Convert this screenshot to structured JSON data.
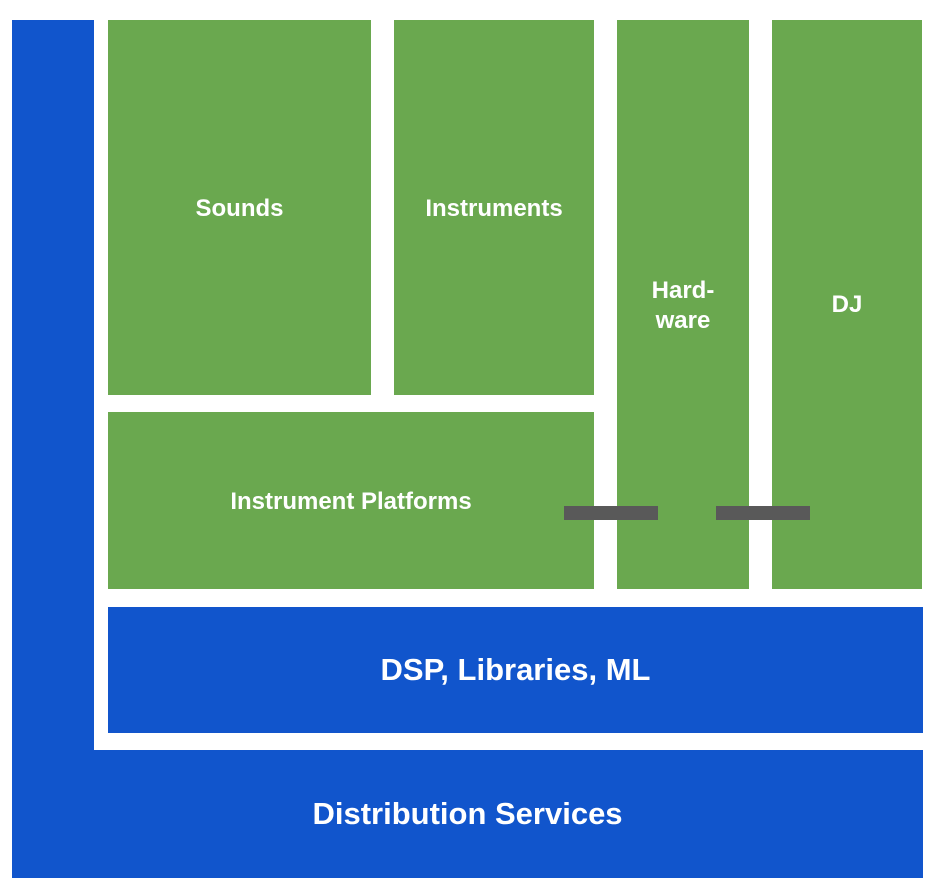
{
  "blocks": {
    "sounds": "Sounds",
    "instruments": "Instruments",
    "hardware_line1": "Hard-",
    "hardware_line2": "ware",
    "dj": "DJ",
    "instrument_platforms": "Instrument Platforms",
    "dsp": "DSP, Libraries, ML",
    "distribution": "Distribution Services"
  },
  "colors": {
    "green": "#6aa84f",
    "blue": "#1155cc",
    "connector": "#595959",
    "text": "#ffffff"
  }
}
